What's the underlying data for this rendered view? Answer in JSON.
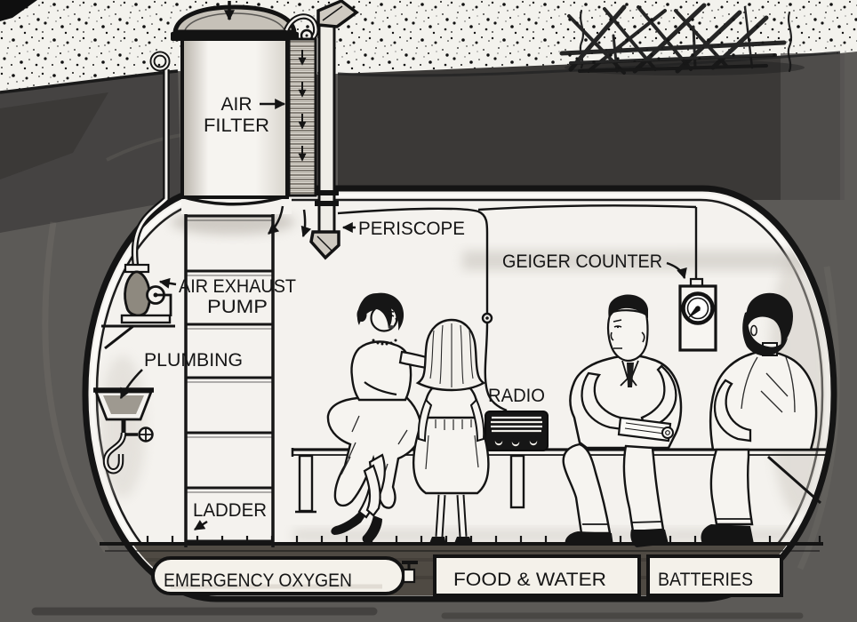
{
  "illustration": {
    "title": "Fallout shelter cutaway illustration",
    "labels": {
      "air_filter_line1": "AIR",
      "air_filter_line2": "FILTER",
      "periscope": "PERISCOPE",
      "geiger_counter": "GEIGER COUNTER",
      "air_exhaust_line1": "AIR EXHAUST",
      "air_exhaust_line2": "PUMP",
      "plumbing": "PLUMBING",
      "radio": "RADIO",
      "ladder": "LADDER",
      "emergency_oxygen": "EMERGENCY OXYGEN",
      "food_water": "FOOD & WATER",
      "batteries": "BATTERIES"
    },
    "colors": {
      "earth": "#5c5a57",
      "dark_strata": "#3b3937",
      "ground_speckle_bg": "#f3f2ed",
      "shelter_interior": "#f4f2ee",
      "ink": "#141414"
    },
    "scene": {
      "figures": [
        "seated woman",
        "standing girl",
        "seated man with newspaper",
        "seated man seen from behind"
      ],
      "above_ground": "stippled soil surface with collapsed building debris"
    }
  }
}
